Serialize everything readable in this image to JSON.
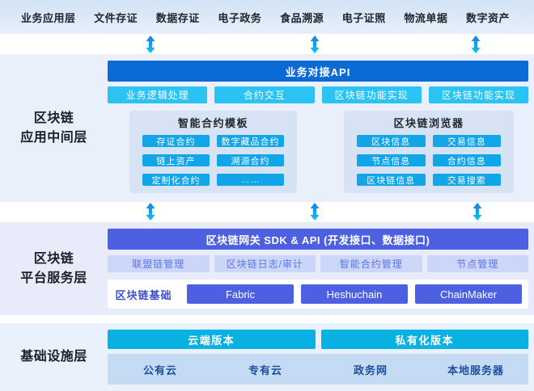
{
  "top_band": {
    "layer_label": "业务应用层",
    "items": [
      "文件存证",
      "数据存证",
      "电子政务",
      "食品溯源",
      "电子证照",
      "物流单据",
      "数字资产"
    ]
  },
  "middleware_layer": {
    "label_line1": "区块链",
    "label_line2": "应用中间层",
    "api_bar": "业务对接API",
    "function_buttons": [
      "业务逻辑处理",
      "合约交互",
      "区块链功能实现",
      "区块链功能实现"
    ],
    "contract_panel": {
      "title": "智能合约模板",
      "items": [
        "存证合约",
        "数字藏品合约",
        "链上资产",
        "溯源合约",
        "定制化合约",
        "……"
      ]
    },
    "explorer_panel": {
      "title": "区块链浏览器",
      "items": [
        "区块信息",
        "交易信息",
        "节点信息",
        "合约信息",
        "区块链信息",
        "交易搜索"
      ]
    }
  },
  "platform_layer": {
    "label_line1": "区块链",
    "label_line2": "平台服务层",
    "gateway_bar": "区块链网关 SDK & API (开发接口、数据接口)",
    "management_buttons": [
      "联盟链管理",
      "区块链日志/审计",
      "智能合约管理",
      "节点管理"
    ],
    "base": {
      "label": "区块链基础",
      "chains": [
        "Fabric",
        "Heshuchain",
        "ChainMaker"
      ]
    }
  },
  "infrastructure_layer": {
    "label": "基础设施层",
    "versions": [
      "云端版本",
      "私有化版本"
    ],
    "environments": [
      "公有云",
      "专有云",
      "政务网",
      "本地服务器"
    ]
  },
  "icons": {
    "flow_arrow": "vertical-double-arrow"
  },
  "colors": {
    "api_bar": "#0a6bd7",
    "function_button": "#2ac3f4",
    "panel_bg": "#d7e2f5",
    "panel_button": "#12a5e7",
    "gateway_bar": "#4d60e2",
    "management_button_bg": "#cbd6f8",
    "management_button_text": "#5b74ee",
    "base_label_text": "#3e50c9",
    "version_header": "#07b2e2",
    "environment_bar": "#c5dbf3",
    "environment_text": "#1d4f9f",
    "arrow_gradient_top": "#1f7ce2",
    "arrow_gradient_bottom": "#0cc4f4"
  }
}
